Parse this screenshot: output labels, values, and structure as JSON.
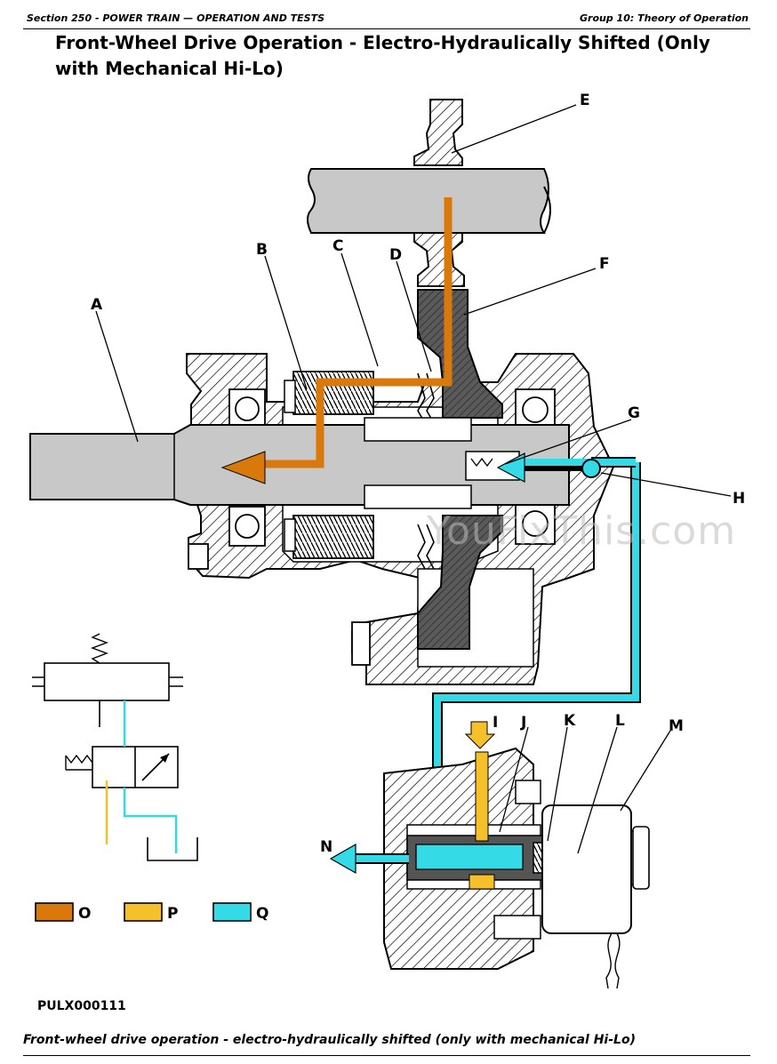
{
  "header": {
    "section": "Section 250 - POWER TRAIN — OPERATION AND TESTS",
    "group": "Group 10: Theory of Operation"
  },
  "title": "Front-Wheel Drive Operation - Electro-Hydraulically Shifted (Only with Mechanical Hi-Lo)",
  "callouts": {
    "a": "A",
    "b": "B",
    "c": "C",
    "d": "D",
    "e": "E",
    "f": "F",
    "g": "G",
    "h": "H",
    "i": "I",
    "j": "J",
    "k": "K",
    "l": "L",
    "m": "M",
    "n": "N"
  },
  "legend": {
    "o": "O",
    "p": "P",
    "q": "Q"
  },
  "colors": {
    "o": "#d9790b",
    "p": "#f5c02a",
    "q": "#34dbe6",
    "housing": "#ffffff",
    "shaft": "#c8c8c8",
    "gear": "#555555"
  },
  "watermark": "YouFixThis.com",
  "figure_id": "PULX000111",
  "caption": "Front-wheel drive operation - electro-hydraulically shifted (only with mechanical Hi-Lo)"
}
